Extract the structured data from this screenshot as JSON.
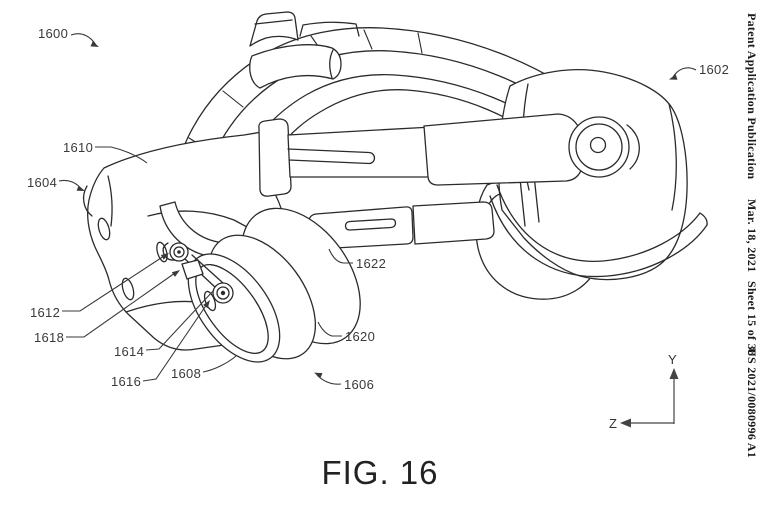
{
  "sidebar": {
    "publication": "Patent Application Publication",
    "date": "Mar. 18, 2021",
    "sheet": "Sheet 15 of 38",
    "doc_number": "US 2021/0080996 A1"
  },
  "figure": {
    "caption": "FIG. 16",
    "axes": {
      "vertical": "Y",
      "horizontal": "Z"
    },
    "refs": {
      "n1600": "1600",
      "n1602": "1602",
      "n1604": "1604",
      "n1606": "1606",
      "n1608": "1608",
      "n1610": "1610",
      "n1612": "1612",
      "n1614": "1614",
      "n1616": "1616",
      "n1618": "1618",
      "n1620": "1620",
      "n1622": "1622"
    }
  },
  "colors": {
    "ink": "#2b2b2b",
    "leader": "#3a3a3a",
    "paper": "#ffffff"
  }
}
